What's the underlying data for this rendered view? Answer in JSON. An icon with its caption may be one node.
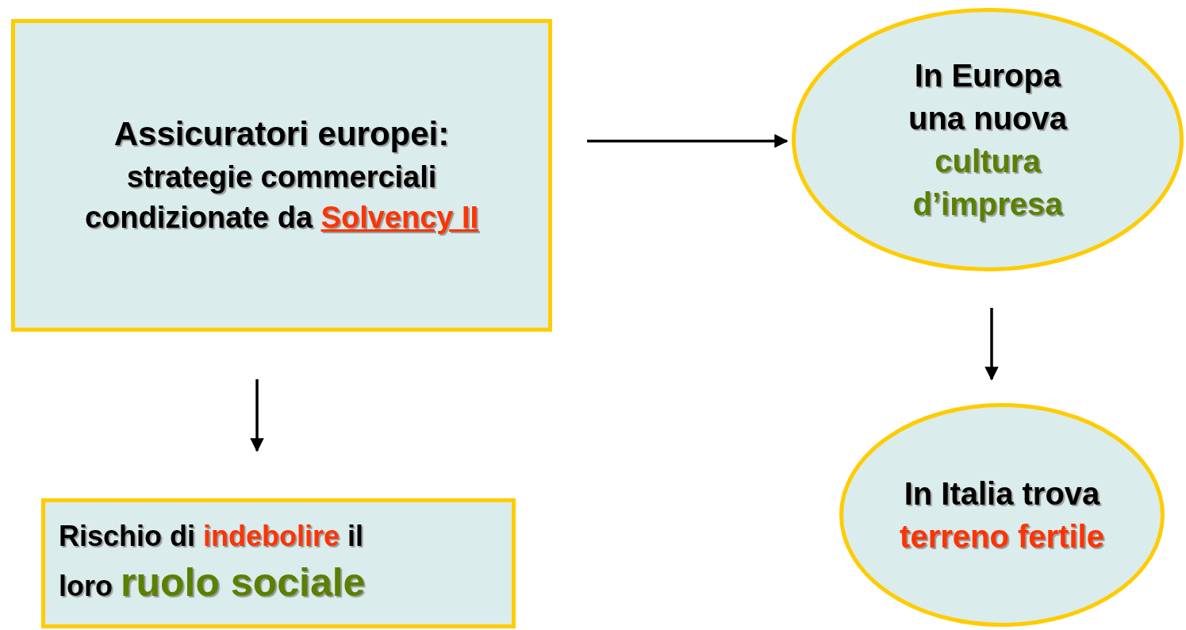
{
  "diagram": {
    "nodes": [
      {
        "text": [
          "Assicuratori europei:",
          "strategie commerciali condizionate da **Solvency II**"
        ]
      },
      {
        "text": [
          "In Europa una nuova *cultura d’impresa*"
        ]
      },
      {
        "text": [
          "Rischio di **indebolire** il loro *ruolo sociale*"
        ]
      },
      {
        "text": [
          "In Italia trova **terreno fertile**"
        ]
      }
    ],
    "edges": [
      {
        "from": 0,
        "to": 1,
        "arrow": "to"
      },
      {
        "from": 0,
        "to": 2,
        "arrow": "to"
      },
      {
        "from": 1,
        "to": 3,
        "arrow": "to"
      }
    ]
  }
}
